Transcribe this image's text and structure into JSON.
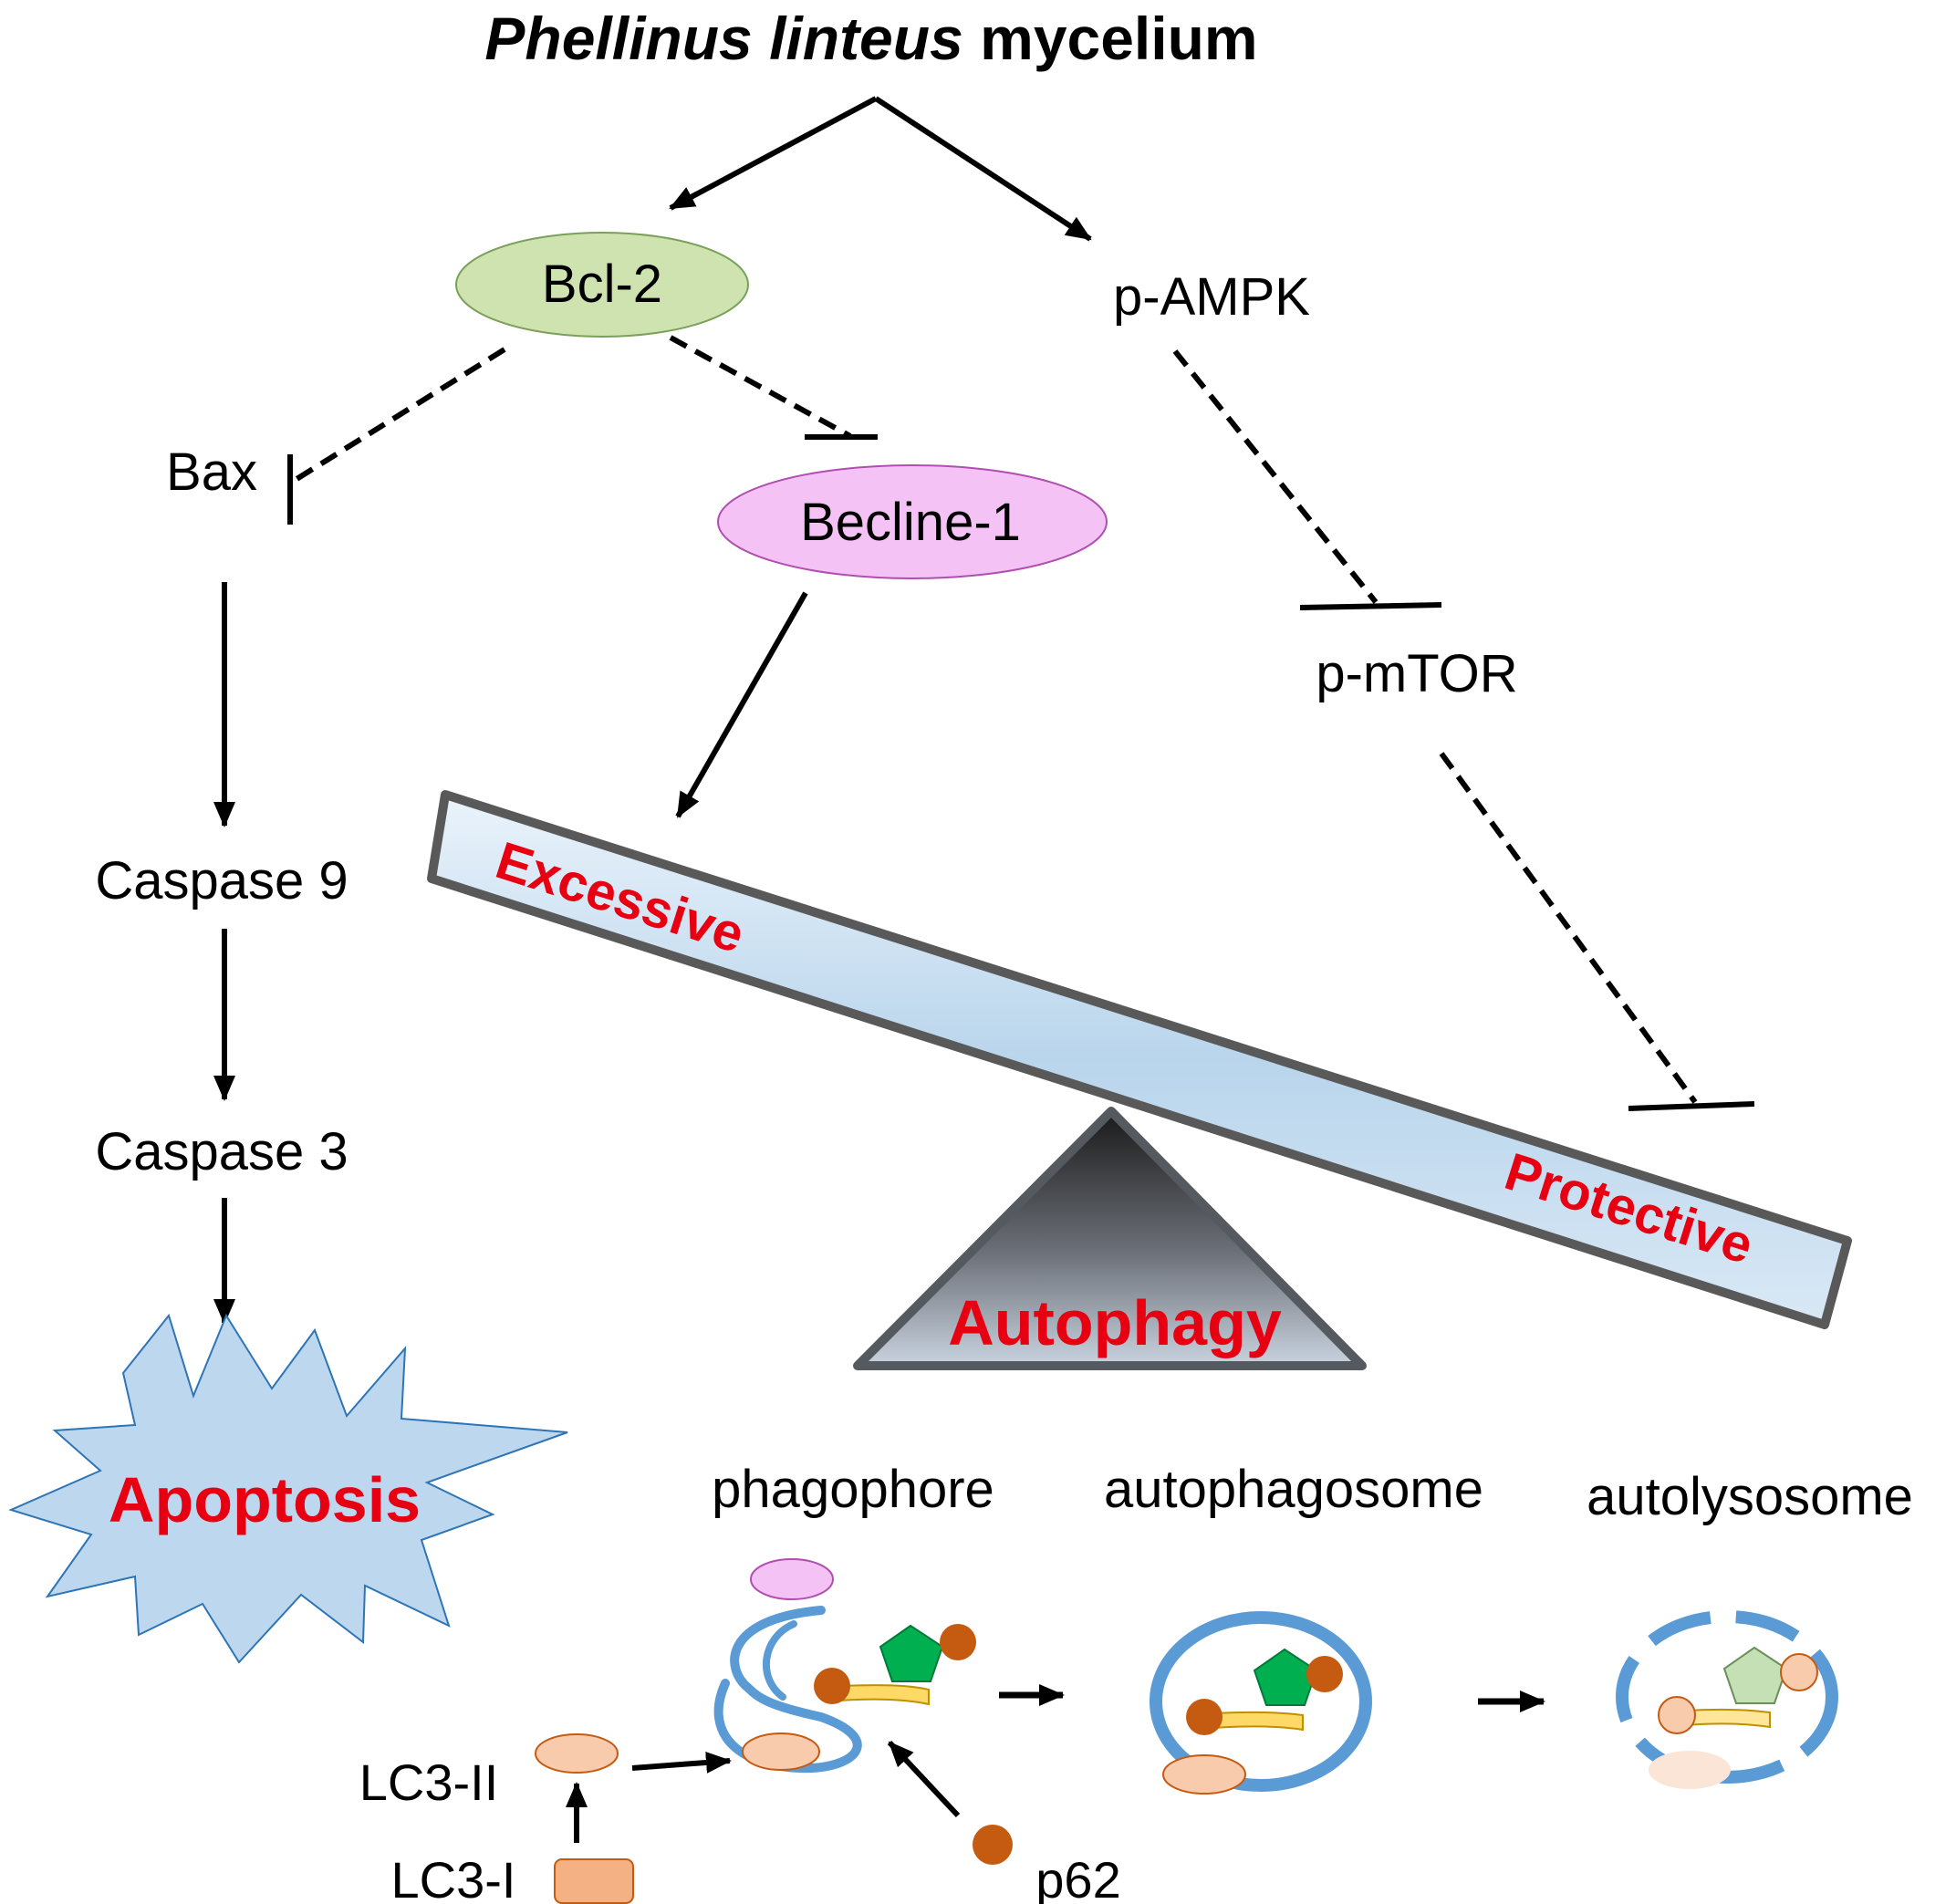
{
  "title": {
    "italic": "Phellinus linteus",
    "rest": " mycelium"
  },
  "nodes": {
    "bcl2": "Bcl-2",
    "pampk": "p-AMPK",
    "bax": "Bax",
    "becline1": "Becline-1",
    "pmtor": "p-mTOR",
    "caspase9": "Caspase 9",
    "caspase3": "Caspase 3",
    "apoptosis": "Apoptosis"
  },
  "seesaw": {
    "excessive": "Excessive",
    "protective": "Protective",
    "autophagy": "Autophagy"
  },
  "stages": {
    "phagophore": "phagophore",
    "autophagosome": "autophagosome",
    "autolysosome": "autolysosome"
  },
  "markers": {
    "lc3_ii": "LC3-II",
    "lc3_i": "LC3-I",
    "p62": "p62"
  },
  "colors": {
    "arrow": "#000000",
    "label_red": "#e60012",
    "bcl2_fill": "#cfe3b0",
    "becline_fill": "#f5c2f5",
    "apoptosis_fill": "#bdd7ee",
    "membrane_blue": "#5b9bd5",
    "cargo_green": "#00b050",
    "p62_brown": "#c55a11",
    "lc3_peach": "#f8cbad",
    "linker_yellow": "#ffd966"
  }
}
